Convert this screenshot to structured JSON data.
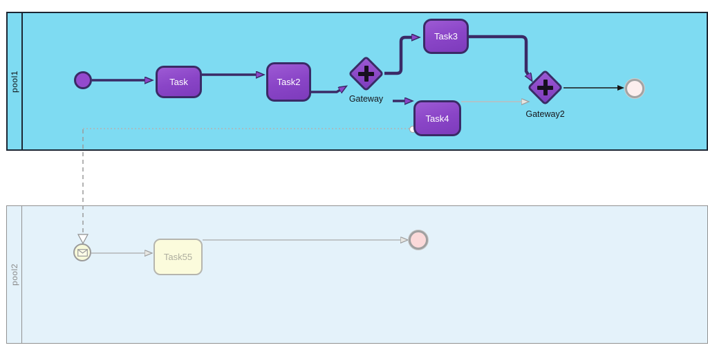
{
  "diagram": {
    "kind": "bpmn-process-diagram",
    "pools": [
      {
        "label": "pool1",
        "nodes": [
          {
            "type": "start-event",
            "label": ""
          },
          {
            "type": "task",
            "label": "Task"
          },
          {
            "type": "task",
            "label": "Task2"
          },
          {
            "type": "parallel-gateway",
            "label": "Gateway"
          },
          {
            "type": "task",
            "label": "Task3"
          },
          {
            "type": "task",
            "label": "Task4"
          },
          {
            "type": "parallel-gateway",
            "label": "Gateway2"
          },
          {
            "type": "end-event",
            "label": ""
          }
        ],
        "flows": [
          {
            "from": "start-event",
            "to": "Task"
          },
          {
            "from": "Task",
            "to": "Task2"
          },
          {
            "from": "Task2",
            "to": "Gateway"
          },
          {
            "from": "Gateway",
            "to": "Task3"
          },
          {
            "from": "Gateway",
            "to": "Task4"
          },
          {
            "from": "Task3",
            "to": "Gateway2"
          },
          {
            "from": "Task4",
            "to": "Gateway2",
            "style": "faded"
          },
          {
            "from": "Gateway2",
            "to": "end-event"
          }
        ]
      },
      {
        "label": "pool2",
        "nodes": [
          {
            "type": "message-start-event",
            "label": ""
          },
          {
            "type": "task",
            "label": "Task55",
            "style": "faded"
          },
          {
            "type": "end-event",
            "label": ""
          }
        ],
        "flows": [
          {
            "from": "message-start-event",
            "to": "Task55",
            "style": "faded"
          },
          {
            "from": "Task55",
            "to": "end-event",
            "style": "faded"
          }
        ]
      }
    ],
    "cross_pool_connections": [
      {
        "type": "message-association",
        "from": "Task4",
        "to": "message-start-event",
        "style": "dashed-dotted"
      }
    ],
    "colors": {
      "pool1_fill": "#7EDBF2",
      "pool1_border": "#1C2633",
      "pool2_fill": "#E4F2FA",
      "pool2_border": "#919191",
      "node_fill": "#8B46C8",
      "node_border": "#3A2A66",
      "gateway_plus": "#17101F",
      "start_event_fill": "#9449CE",
      "end_event_fill_pool1": "#FCEEEE",
      "end_event_fill_pool2": "#FBD9D9",
      "end_event_ring": "#A3A3A3",
      "faded_node_fill": "#FBFBDC",
      "faded_stroke": "#A9A9A9",
      "sequence_flow": "#3A2A66",
      "thin_flow": "#161616"
    }
  }
}
